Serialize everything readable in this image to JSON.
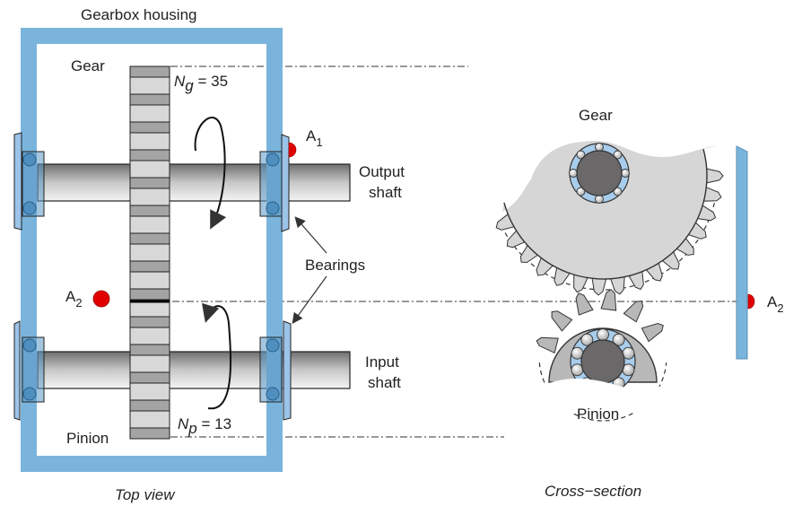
{
  "title": "Gearbox diagram",
  "labels": {
    "housing": "Gearbox housing",
    "gear_top": "Gear",
    "pinion_top": "Pinion",
    "ng_sym": "N",
    "ng_sub": "g",
    "ng_val": " = 35",
    "np_sym": "N",
    "np_sub": "p",
    "np_val": " = 13",
    "a1": "A",
    "a1_sub": "1",
    "a2": "A",
    "a2_sub": "2",
    "a2_cs": "A",
    "a2_cs_sub": "2",
    "output_shaft_l1": "Output",
    "output_shaft_l2": "shaft",
    "input_shaft_l1": "Input",
    "input_shaft_l2": "shaft",
    "bearings": "Bearings",
    "gear_cs": "Gear",
    "pinion_cs": "Pinion",
    "top_view": "Top view",
    "cross_section": "Cross−section"
  },
  "gear_teeth": {
    "gear": 35,
    "pinion": 13
  },
  "colors": {
    "housing": "#7ab4dc",
    "bearing_plate": "#9cc3e8",
    "sensor": "#e00000",
    "gear_light": "#d8d8d8",
    "gear_dark": "#a4a4a4",
    "hub": "#6a6868"
  }
}
